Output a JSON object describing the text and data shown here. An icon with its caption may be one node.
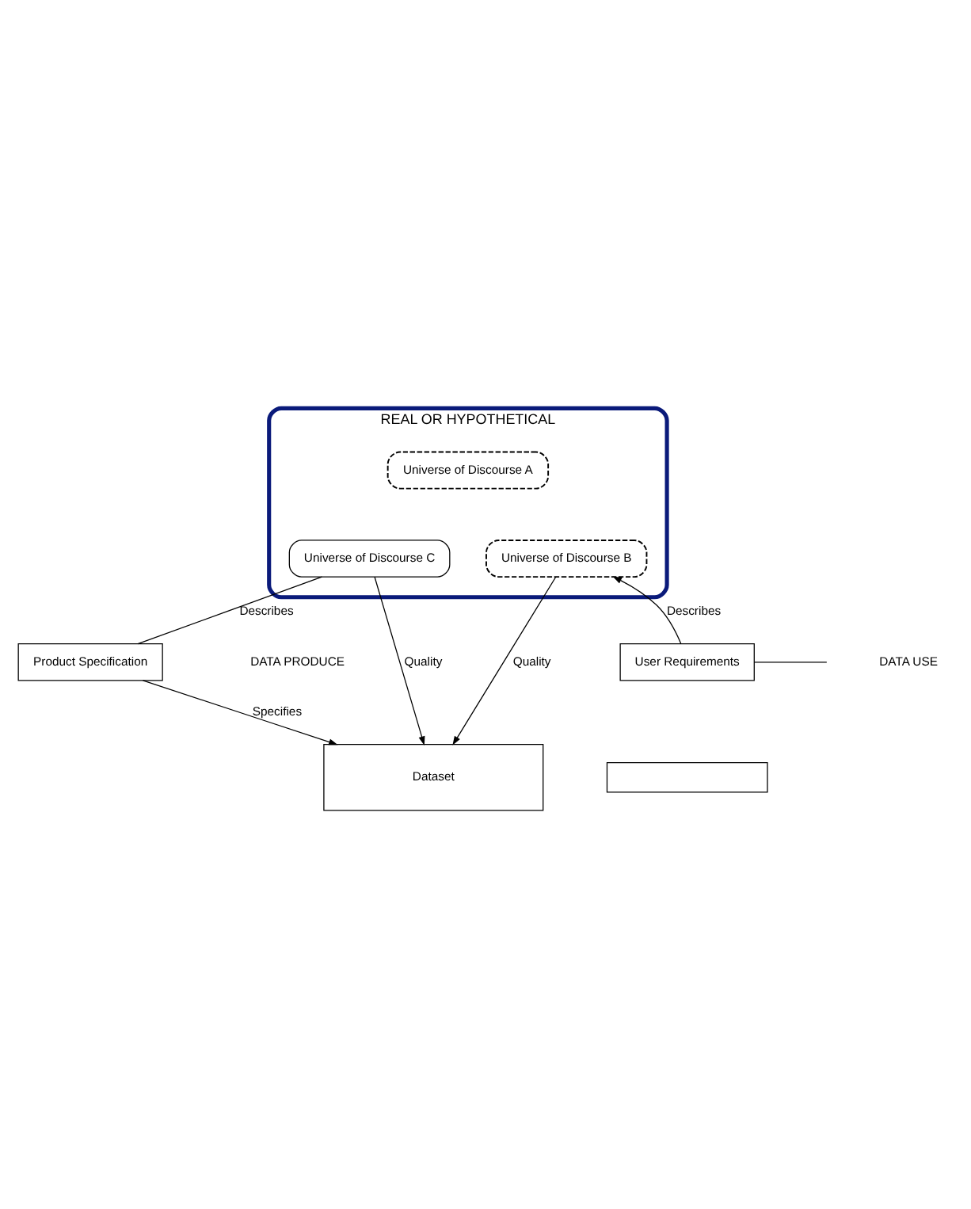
{
  "diagram": {
    "nodes": [
      {
        "text": [
          "REAL OR HYPOTHETICAL"
        ]
      },
      {
        "text": [
          "Universe of Discourse A"
        ],
        "in": 0
      },
      {
        "text": [
          "Universe of Discourse B"
        ],
        "in": 0
      },
      {
        "text": [
          "Universe of Discourse C"
        ],
        "in": 0
      },
      {
        "text": [
          "Product Specification"
        ]
      },
      {
        "text": [
          "User Requirements"
        ]
      },
      {
        "text": [
          "Dataset"
        ]
      },
      {
        "text": [],
        "shape": "box"
      }
    ],
    "edges": [
      {
        "from": 3,
        "to": 4,
        "arrow": "none",
        "label": "Describes"
      },
      {
        "from": 3,
        "to": 6,
        "arrow": "to",
        "label": "Quality"
      },
      {
        "from": 2,
        "to": 6,
        "arrow": "to",
        "label": "Quality"
      },
      {
        "from": 5,
        "to": 2,
        "arrow": "to",
        "label": "Describes"
      },
      {
        "from": 4,
        "to": 6,
        "arrow": "to",
        "label": "Specifies"
      },
      {
        "from": 5,
        "to": null,
        "arrow": "none"
      }
    ],
    "labels": [
      "DATA PRODUCE",
      "DATA USE"
    ]
  }
}
